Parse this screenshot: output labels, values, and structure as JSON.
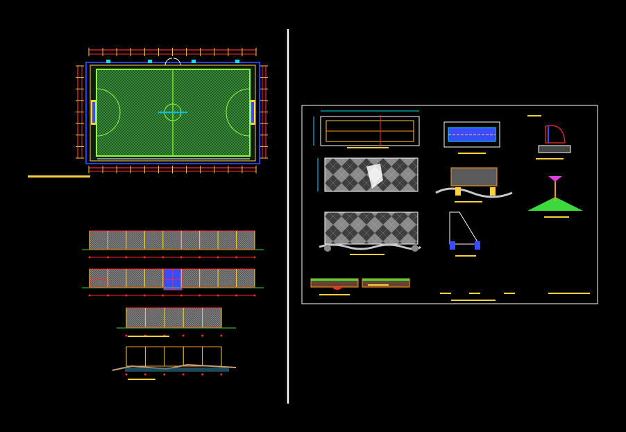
{
  "drawing": {
    "background": "#000000",
    "panels": {
      "left": "court-plan-and-fence-elevations",
      "right": "goal-and-fence-details"
    }
  },
  "colors": {
    "court_field": "#1f7a1f",
    "court_lines": "#8cff3c",
    "mesh": "#b8b8b8",
    "dimension_red": "#ff2a2a",
    "border_blue": "#2040ff",
    "yellow": "#ffd23c",
    "orange": "#ff9a1a",
    "cyan": "#00e0ff",
    "white": "#ffffff",
    "fence_fill": "#6e6e6e",
    "goal_blue": "#3a4cff",
    "magenta": "#e040e0",
    "green": "#3cd83c",
    "soil_tan": "#c8a070"
  },
  "icons": [
    "court-plan",
    "fence-elevation",
    "goal-detail",
    "post-detail",
    "foundation-detail"
  ]
}
